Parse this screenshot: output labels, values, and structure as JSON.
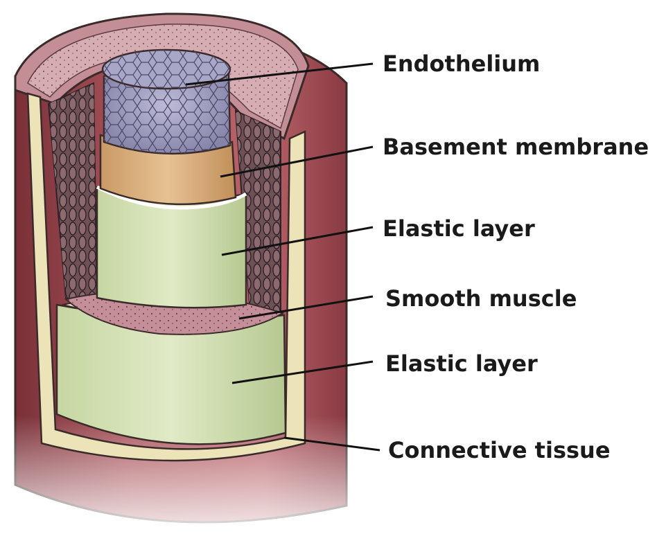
{
  "labels": {
    "endothelium": "Endothelium",
    "basement_membrane": "Basement membrane",
    "elastic_layer_inner": "Elastic layer",
    "smooth_muscle": "Smooth muscle",
    "elastic_layer_outer": "Elastic layer",
    "connective_tissue": "Connective tissue"
  },
  "colors": {
    "connective_tissue": "#9c4d52",
    "connective_tissue_light": "#d4a9ad",
    "elastic_layer": "#d6e2b8",
    "elastic_layer_dark": "#a9bb86",
    "smooth_muscle": "#c79aa3",
    "basement_membrane": "#d9b07e",
    "endothelium": "#a8a6c6",
    "rim": "#ece3b8",
    "outline": "#3a2a2a"
  }
}
